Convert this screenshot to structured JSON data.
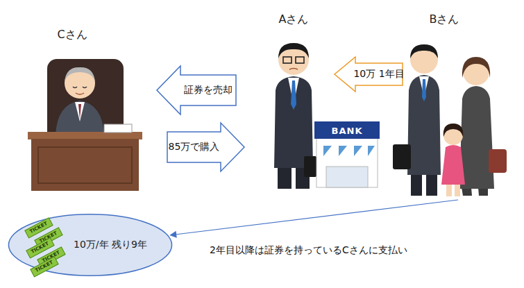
{
  "diagram": {
    "nodes": [
      {
        "text": [
          "Cさん"
        ]
      },
      {
        "text": [
          "Aさん"
        ]
      },
      {
        "text": [
          "Bさん"
        ]
      },
      {
        "text": [
          "10万/年 残り9年"
        ]
      }
    ],
    "edges": [
      {
        "from": 1,
        "to": 0,
        "label": "証券を売却",
        "arrow": "to"
      },
      {
        "from": 0,
        "to": 1,
        "label": "85万で購入",
        "arrow": "to"
      },
      {
        "from": 2,
        "to": 1,
        "label": "10万 1年目",
        "arrow": "to"
      },
      {
        "from": 2,
        "to": 3,
        "label": "2年目以降は証券を持っているCさんに支払い",
        "arrow": "to"
      }
    ],
    "labels": [
      "BANK",
      "TICKET",
      "TICKET",
      "TICKET",
      "TICKET",
      "TICKET"
    ]
  }
}
